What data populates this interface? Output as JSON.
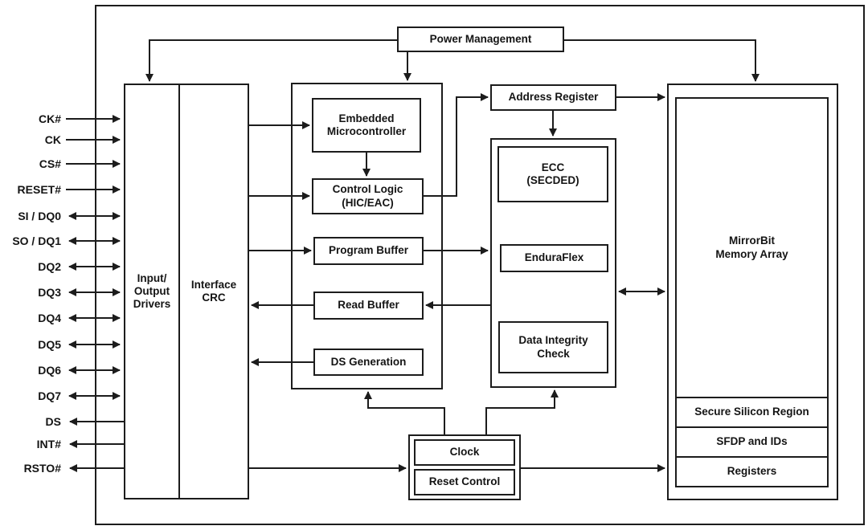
{
  "colors": {
    "line": "#1c1c1c",
    "text": "#141414",
    "background": "#ffffff"
  },
  "pins": [
    {
      "label": "CK#",
      "direction": "input"
    },
    {
      "label": "CK",
      "direction": "input"
    },
    {
      "label": "CS#",
      "direction": "input"
    },
    {
      "label": "RESET#",
      "direction": "input"
    },
    {
      "label": "SI / DQ0",
      "direction": "bidirectional"
    },
    {
      "label": "SO / DQ1",
      "direction": "bidirectional"
    },
    {
      "label": "DQ2",
      "direction": "bidirectional"
    },
    {
      "label": "DQ3",
      "direction": "bidirectional"
    },
    {
      "label": "DQ4",
      "direction": "bidirectional"
    },
    {
      "label": "DQ5",
      "direction": "bidirectional"
    },
    {
      "label": "DQ6",
      "direction": "bidirectional"
    },
    {
      "label": "DQ7",
      "direction": "bidirectional"
    },
    {
      "label": "DS",
      "direction": "output"
    },
    {
      "label": "INT#",
      "direction": "output"
    },
    {
      "label": "RSTO#",
      "direction": "output"
    }
  ],
  "blocks": {
    "power_management": "Power Management",
    "io_drivers": "Input/\nOutput\nDrivers",
    "interface_crc": "Interface\nCRC",
    "embedded_microcontroller": "Embedded\nMicrocontroller",
    "control_logic": "Control Logic\n(HIC/EAC)",
    "program_buffer": "Program Buffer",
    "read_buffer": "Read Buffer",
    "ds_generation": "DS Generation",
    "address_register": "Address Register",
    "ecc": "ECC\n(SECDED)",
    "enduraflex": "EnduraFlex",
    "data_integrity_check": "Data Integrity\nCheck",
    "mirrorbit_memory_array": "MirrorBit\nMemory Array",
    "secure_silicon_region": "Secure Silicon Region",
    "sfdp_and_ids": "SFDP and IDs",
    "registers": "Registers",
    "clock": "Clock",
    "reset_control": "Reset Control"
  }
}
